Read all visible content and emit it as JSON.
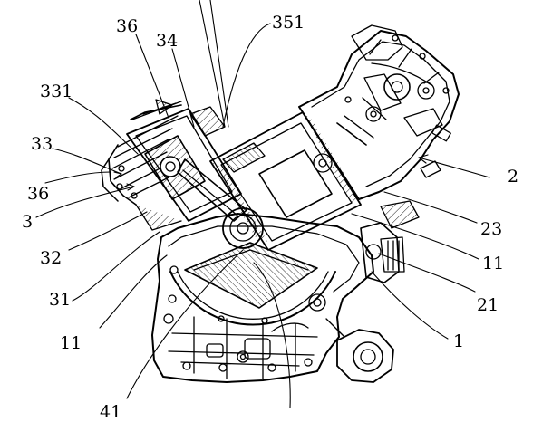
{
  "labels": {
    "l36_top": "36",
    "l34": "34",
    "l351": "351",
    "l331": "331",
    "l33": "33",
    "l36_left": "36",
    "l3": "3",
    "l32": "32",
    "l31": "31",
    "l11_left": "11",
    "l41": "41",
    "l2": "2",
    "l23": "23",
    "l11_right": "11",
    "l21": "21",
    "l1": "1"
  },
  "colors": {
    "ink": "#000000",
    "paper": "#ffffff",
    "hatch": "#555555"
  }
}
